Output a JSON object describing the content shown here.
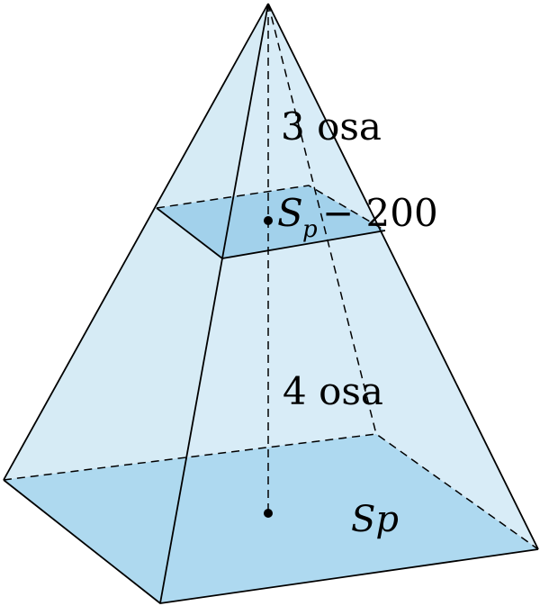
{
  "diagram": {
    "upper_part_label": "3 osa",
    "lower_part_label": "4 osa",
    "section_area": {
      "symbol": "S",
      "subscript": "p",
      "operator": "− 200"
    },
    "base_area_label": "Sp",
    "colors": {
      "face_fill": "#d6ebf5",
      "section_fill": "#9fd0ea",
      "base_fill": "#a9d6ee",
      "line": "#000000"
    }
  }
}
